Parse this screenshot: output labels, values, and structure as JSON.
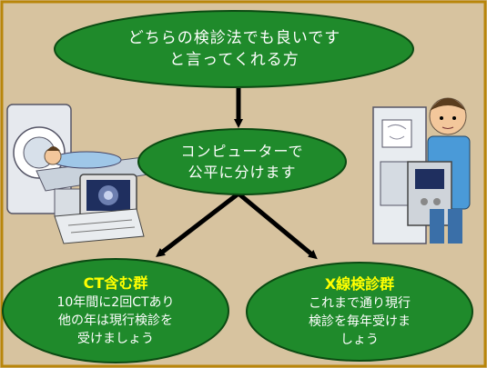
{
  "colors": {
    "background": "#d7c39f",
    "frame": "#b8860b",
    "ellipse_fill": "#1f8a2b",
    "ellipse_stroke": "#0b4a12",
    "text": "#ffffff",
    "heading_text": "#ffff00",
    "arrow": "#000000"
  },
  "top_node": {
    "lines": [
      "どちらの検診法でも良いです",
      "と言ってくれる方"
    ]
  },
  "middle_node": {
    "lines": [
      "コンピューターで",
      "公平に分けます"
    ]
  },
  "left_node": {
    "heading": "CT含む群",
    "lines": [
      "10年間に2回CTあり",
      "他の年は現行検診を",
      "受けましょう"
    ]
  },
  "right_node": {
    "heading": "X線検診群",
    "lines": [
      "これまで通り現行",
      "検診を毎年受けま",
      "しょう"
    ]
  },
  "illustrations": {
    "left": "ct-scanner-icon",
    "right": "xray-technician-icon"
  }
}
